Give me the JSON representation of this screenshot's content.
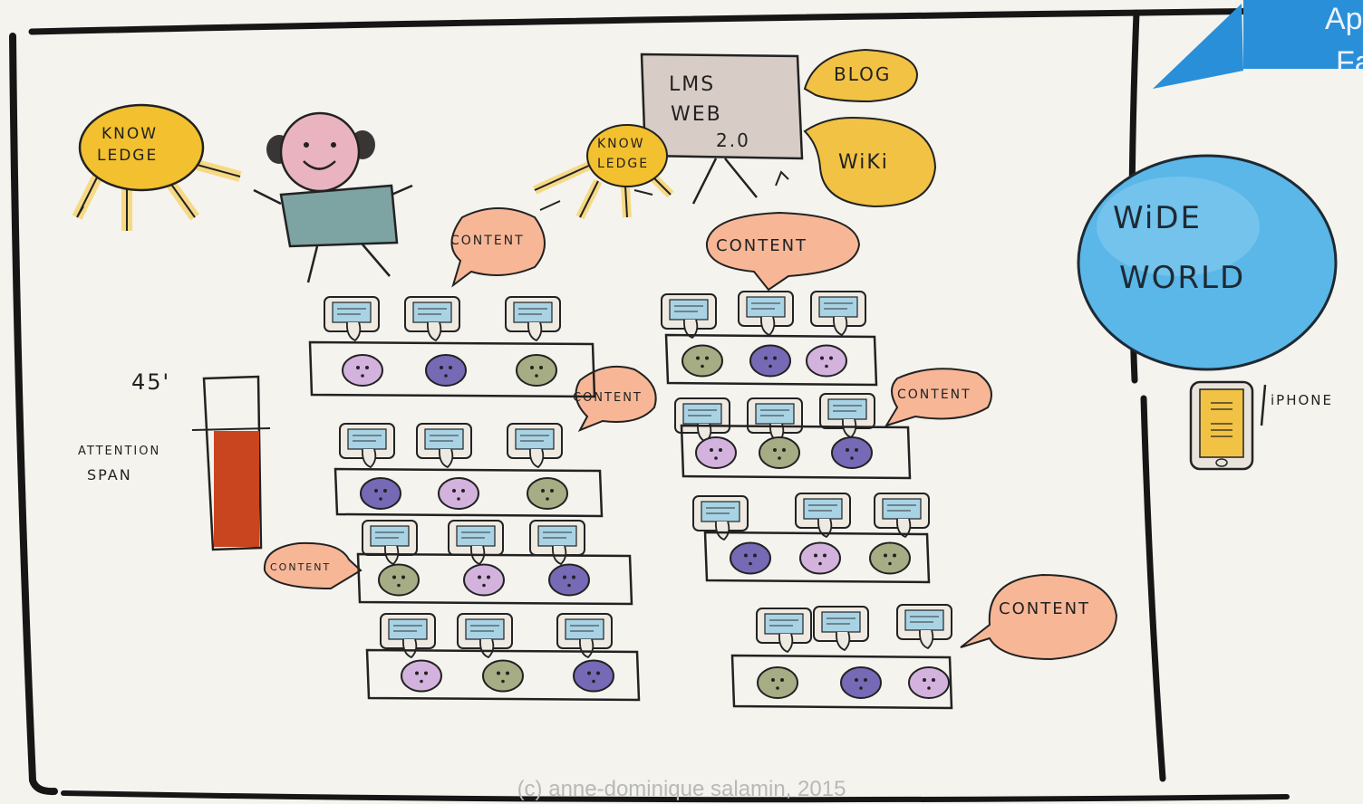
{
  "labels": {
    "knowledge_1": [
      "KNOW",
      "LEDGE"
    ],
    "knowledge_2": [
      "KNOW",
      "LEDGE"
    ],
    "lms": [
      "LMS",
      "WEB",
      "2.0"
    ],
    "blog": "BLOG",
    "wiki": "WiKi",
    "content": "CONTENT",
    "wide_world": [
      "WiDE",
      "WORLD"
    ],
    "iphone": "iPHONE",
    "time": "45'",
    "attention": [
      "ATTENTION",
      "SPAN"
    ]
  },
  "banner": [
    "Ap",
    "Fa"
  ],
  "credit": "(c) anne-dominique salamin, 2015",
  "colors": {
    "knowledge": "#f3c02f",
    "lms_board": "#d8cdc6",
    "speech_yellow": "#f2c245",
    "content_bubble": "#f7b797",
    "world": "#5ab7e8",
    "screen": "#a8d3e5",
    "person_shirt": "#7ea3a3",
    "face": "#eab3c0",
    "attention_bar": "#c9451f",
    "student_pink": "#d3b3dd",
    "student_purple": "#7669b6",
    "student_green": "#a6ad84",
    "banner": "#2a8fd9"
  }
}
